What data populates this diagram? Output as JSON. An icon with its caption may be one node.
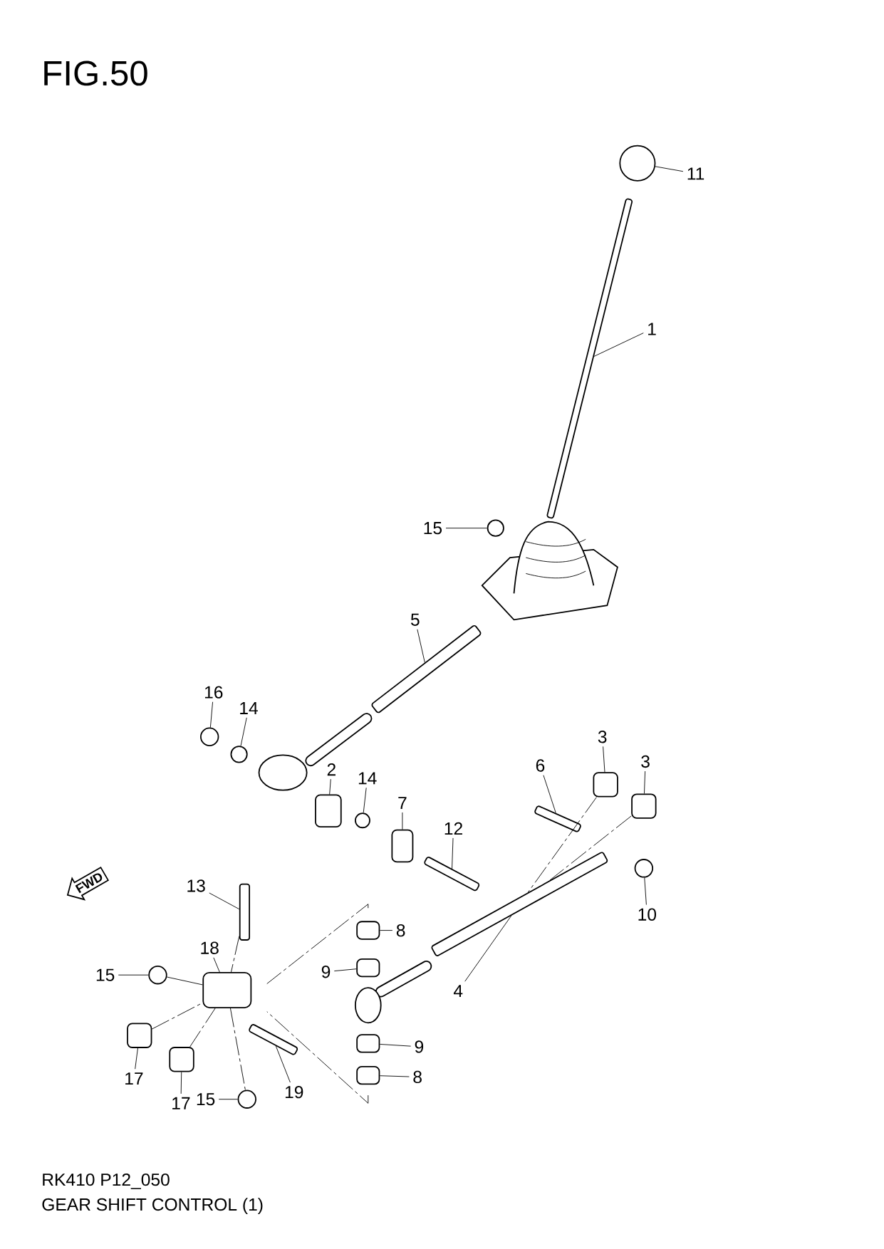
{
  "diagram": {
    "title": "FIG.50",
    "nodes": [
      {
        "text": [
          "11"
        ]
      },
      {
        "text": [],
        "shape": "circle"
      },
      {
        "text": [
          "1"
        ]
      },
      {
        "text": [],
        "shape": "bar"
      },
      {
        "text": [
          "15"
        ]
      },
      {
        "text": [],
        "shape": "circle"
      },
      {
        "text": [
          "5"
        ]
      },
      {
        "text": [],
        "shape": "bar"
      },
      {
        "text": [
          "16"
        ]
      },
      {
        "text": [],
        "shape": "circle"
      },
      {
        "text": [
          "14"
        ]
      },
      {
        "text": [],
        "shape": "circle"
      },
      {
        "text": [
          "2"
        ]
      },
      {
        "text": [],
        "shape": "cylinder"
      },
      {
        "text": [
          "14"
        ]
      },
      {
        "text": [],
        "shape": "circle"
      },
      {
        "text": [
          "7"
        ]
      },
      {
        "text": [],
        "shape": "cylinder"
      },
      {
        "text": [
          "12"
        ]
      },
      {
        "text": [],
        "shape": "bar"
      },
      {
        "text": [
          "6"
        ]
      },
      {
        "text": [],
        "shape": "bar"
      },
      {
        "text": [
          "3"
        ]
      },
      {
        "text": [],
        "shape": "cylinder"
      },
      {
        "text": [
          "3"
        ]
      },
      {
        "text": [],
        "shape": "cylinder"
      },
      {
        "text": [
          "10"
        ]
      },
      {
        "text": [],
        "shape": "circle"
      },
      {
        "text": [
          "13"
        ]
      },
      {
        "text": [],
        "shape": "bar"
      },
      {
        "text": [
          "8"
        ]
      },
      {
        "text": [],
        "shape": "cylinder"
      },
      {
        "text": [
          "18"
        ]
      },
      {
        "text": [],
        "shape": "box"
      },
      {
        "text": [
          "15"
        ]
      },
      {
        "text": [],
        "shape": "circle"
      },
      {
        "text": [
          "9"
        ]
      },
      {
        "text": [],
        "shape": "cylinder"
      },
      {
        "text": [
          "4"
        ]
      },
      {
        "text": [],
        "shape": "bar"
      },
      {
        "text": [
          "9"
        ]
      },
      {
        "text": [],
        "shape": "cylinder"
      },
      {
        "text": [
          "8"
        ]
      },
      {
        "text": [],
        "shape": "cylinder"
      },
      {
        "text": [
          "17"
        ]
      },
      {
        "text": [],
        "shape": "cylinder"
      },
      {
        "text": [
          "17"
        ]
      },
      {
        "text": [],
        "shape": "cylinder"
      },
      {
        "text": [
          "15"
        ]
      },
      {
        "text": [],
        "shape": "circle"
      },
      {
        "text": [
          "19"
        ]
      },
      {
        "text": [],
        "shape": "bar"
      }
    ],
    "edges": [
      {
        "from": 0,
        "to": 1,
        "arrow": "none"
      },
      {
        "from": 2,
        "to": 3,
        "arrow": "none"
      },
      {
        "from": 4,
        "to": 5,
        "arrow": "none"
      },
      {
        "from": 6,
        "to": 7,
        "arrow": "none"
      },
      {
        "from": 8,
        "to": 9,
        "arrow": "none"
      },
      {
        "from": 10,
        "to": 11,
        "arrow": "none"
      },
      {
        "from": 12,
        "to": 13,
        "arrow": "none"
      },
      {
        "from": 14,
        "to": 15,
        "arrow": "none"
      },
      {
        "from": 16,
        "to": 17,
        "arrow": "none"
      },
      {
        "from": 18,
        "to": 19,
        "arrow": "none"
      },
      {
        "from": 20,
        "to": 21,
        "arrow": "none"
      },
      {
        "from": 22,
        "to": 23,
        "arrow": "none"
      },
      {
        "from": 24,
        "to": 25,
        "arrow": "none"
      },
      {
        "from": 26,
        "to": 27,
        "arrow": "none"
      },
      {
        "from": 28,
        "to": 29,
        "arrow": "none"
      },
      {
        "from": 30,
        "to": 31,
        "arrow": "none"
      },
      {
        "from": 32,
        "to": 33,
        "arrow": "none"
      },
      {
        "from": 34,
        "to": 35,
        "arrow": "none"
      },
      {
        "from": 36,
        "to": 37,
        "arrow": "none"
      },
      {
        "from": 38,
        "to": 39,
        "arrow": "none"
      },
      {
        "from": 40,
        "to": 41,
        "arrow": "none"
      },
      {
        "from": 42,
        "to": 43,
        "arrow": "none"
      },
      {
        "from": 44,
        "to": 45,
        "arrow": "none"
      },
      {
        "from": 46,
        "to": 47,
        "arrow": "none"
      },
      {
        "from": 48,
        "to": 49,
        "arrow": "none"
      },
      {
        "from": 50,
        "to": 51,
        "arrow": "none"
      },
      {
        "from": 23,
        "to": 39,
        "arrow": "none",
        "style": "dashed"
      },
      {
        "from": 25,
        "to": 39,
        "arrow": "none",
        "style": "dashed"
      },
      {
        "from": 29,
        "to": 33,
        "arrow": "none",
        "style": "dashed"
      },
      {
        "from": 33,
        "to": 49,
        "arrow": "none",
        "style": "dashed"
      },
      {
        "from": 35,
        "to": 33,
        "arrow": "none"
      },
      {
        "from": 45,
        "to": 33,
        "arrow": "none",
        "style": "dashed"
      },
      {
        "from": 47,
        "to": 33,
        "arrow": "none",
        "style": "dashed"
      }
    ],
    "labels": [
      "FWD",
      "RK410 P12_050",
      "GEAR SHIFT CONTROL (1)"
    ]
  }
}
